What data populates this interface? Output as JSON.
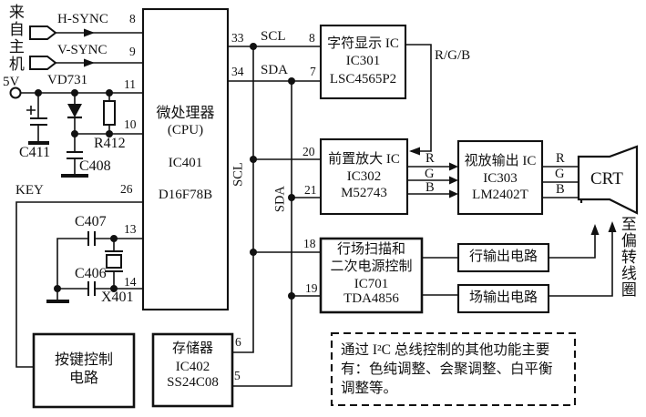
{
  "diagram": {
    "inputs": {
      "from_host": "来自主机",
      "h_sync": "H-SYNC",
      "v_sync": "V-SYNC",
      "supply": "5V",
      "key": "KEY"
    },
    "components": {
      "vd731": "VD731",
      "c411": "C411",
      "r412": "R412",
      "c408": "C408",
      "c407": "C407",
      "c406": "C406",
      "x401": "X401"
    },
    "pins": {
      "p8": "8",
      "p9": "9",
      "p11": "11",
      "p10": "10",
      "p26": "26",
      "p13": "13",
      "p14": "14",
      "p33": "33",
      "p34": "34",
      "p8b": "8",
      "p7": "7",
      "p20": "20",
      "p21": "21",
      "p18": "18",
      "p19": "19",
      "p6": "6",
      "p5": "5"
    },
    "bus": {
      "scl": "SCL",
      "sda": "SDA"
    },
    "signals": {
      "rgb": "R/G/B",
      "r": "R",
      "g": "G",
      "b": "B"
    },
    "cpu": {
      "l1": "微处理器",
      "l2": "(CPU)",
      "l3": "IC401",
      "l4": "D16F78B"
    },
    "char_display": {
      "l1": "字符显示 IC",
      "l2": "IC301",
      "l3": "LSC4565P2"
    },
    "preamp": {
      "l1": "前置放大 IC",
      "l2": "IC302",
      "l3": "M52743"
    },
    "video_out": {
      "l1": "视放输出 IC",
      "l2": "IC303",
      "l3": "LM2402T"
    },
    "scan_ctrl": {
      "l1": "行场扫描和",
      "l2": "二次电源控制",
      "l3": "IC701",
      "l4": "TDA4856"
    },
    "line_out": {
      "label": "行输出电路"
    },
    "field_out": {
      "label": "场输出电路"
    },
    "memory": {
      "l1": "存储器",
      "l2": "IC402",
      "l3": "SS24C08"
    },
    "keypad": {
      "l1": "按键控制",
      "l2": "电路"
    },
    "crt": {
      "label": "CRT",
      "to_yoke": "至偏转线圈"
    },
    "note": {
      "l1": "通过 I²C 总线控制的其他功能主要",
      "l2": "有：色纯调整、会聚调整、白平衡",
      "l3": "调整等。"
    }
  }
}
